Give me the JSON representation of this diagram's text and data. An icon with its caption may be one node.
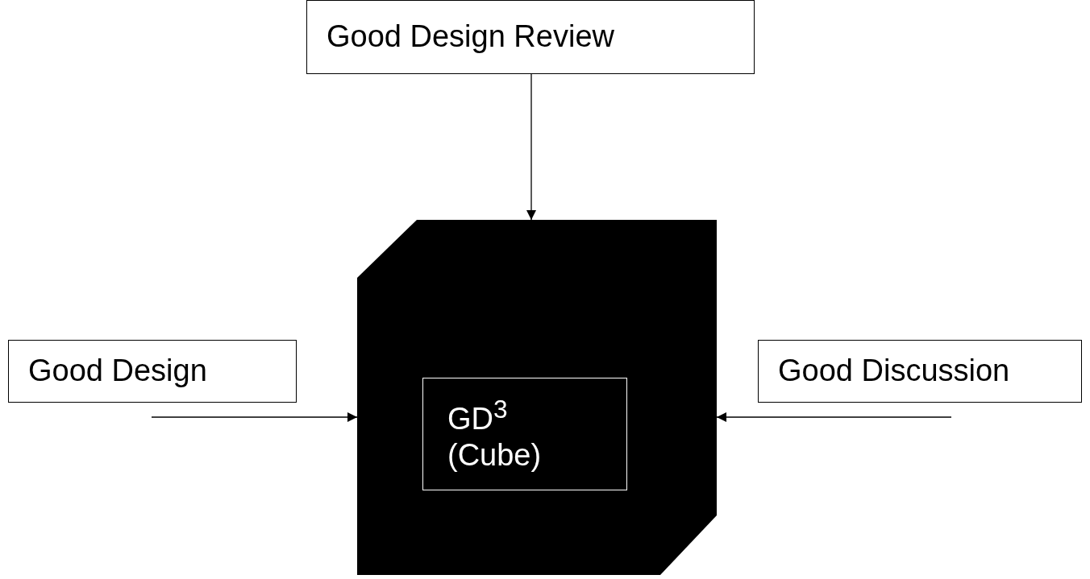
{
  "diagram": {
    "nodes": [
      {
        "text": [
          "Good Design Review"
        ]
      },
      {
        "text": [
          "Good Design"
        ]
      },
      {
        "text": [],
        "shape": "cube"
      },
      {
        "text": [
          "GD$^{3}$ (Cube)"
        ],
        "in": 2
      },
      {
        "text": [
          "Good Discussion"
        ]
      }
    ],
    "edges": [
      {
        "from": 0,
        "to": 2,
        "arrow": "to"
      },
      {
        "from": null,
        "to": 2,
        "arrow": "to"
      },
      {
        "from": null,
        "to": 2,
        "arrow": "to"
      }
    ]
  }
}
